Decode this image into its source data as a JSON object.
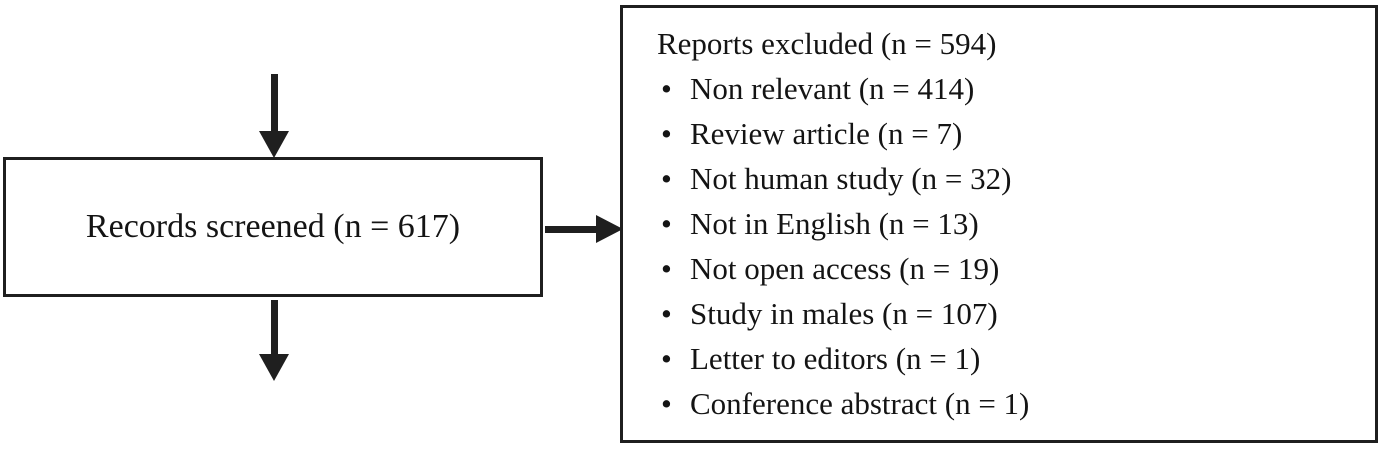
{
  "diagram": {
    "screened_box": {
      "label": "Records screened (n = 617)"
    },
    "excluded_box": {
      "title": "Reports excluded (n = 594)",
      "bullet": "•",
      "items": [
        "Non relevant (n = 414)",
        "Review article (n = 7)",
        "Not human study (n = 32)",
        "Not in English (n = 13)",
        "Not open access (n = 19)",
        "Study in males (n = 107)",
        "Letter to editors (n = 1)",
        "Conference abstract (n = 1)"
      ]
    },
    "colors": {
      "line": "#1f1f1f",
      "text": "#141414",
      "background": "#ffffff"
    }
  }
}
